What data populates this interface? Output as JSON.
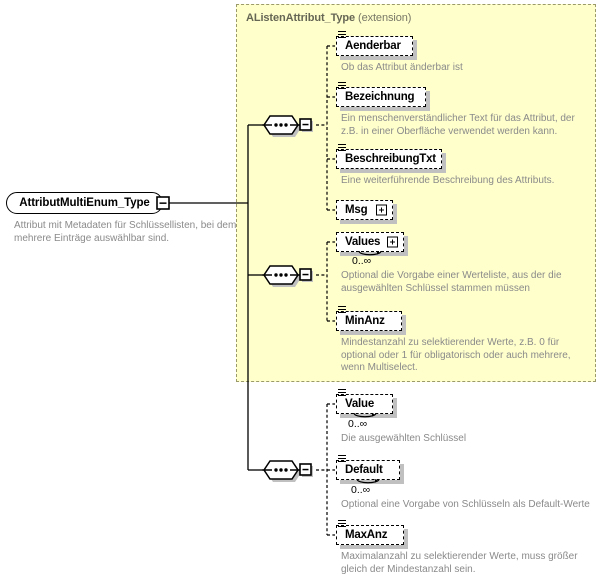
{
  "diagram": {
    "kind": "xml-schema-element-diagram",
    "colors": {
      "group_fill": "#ffffcc",
      "group_border": "#9a9a6a",
      "description_text": "#8a8a8a",
      "group_title_text": "#666655",
      "node_border": "#000000",
      "shadow": "#c0c0c0",
      "background": "#ffffff"
    }
  },
  "root": {
    "name": "AttributMultiEnum_Type",
    "description": "Attribut mit Metadaten für Schlüssellisten, bei dem mehrere Einträge auswählbar sind.",
    "toggle": "minus"
  },
  "extension_group": {
    "title": "AListenAttribut_Type",
    "qualifier": "(extension)"
  },
  "compositors": [
    {
      "id": "seq-1",
      "type": "sequence",
      "toggle": "minus"
    },
    {
      "id": "seq-2",
      "type": "sequence",
      "toggle": "minus"
    },
    {
      "id": "seq-3",
      "type": "sequence",
      "toggle": "minus"
    }
  ],
  "elements": [
    {
      "id": "aenderbar",
      "name": "Aenderbar",
      "glyph": "attribute-lines-icon",
      "expandable": false,
      "repeating": false,
      "cardinality": "",
      "description": "Ob das Attribut änderbar ist",
      "in_group": true
    },
    {
      "id": "bezeichnung",
      "name": "Bezeichnung",
      "glyph": "attribute-lines-icon",
      "expandable": false,
      "repeating": false,
      "cardinality": "",
      "description": "Ein menschenverständlicher Text für das Attribut, der z.B. in einer Oberfläche verwendet werden kann.",
      "in_group": true
    },
    {
      "id": "beschreibungtxt",
      "name": "BeschreibungTxt",
      "glyph": "attribute-lines-icon",
      "expandable": false,
      "repeating": false,
      "cardinality": "",
      "description": "Eine weiterführende Beschreibung des Attributs.",
      "in_group": true
    },
    {
      "id": "msg",
      "name": "Msg",
      "glyph": "none",
      "expandable": true,
      "repeating": false,
      "cardinality": "",
      "description": "",
      "in_group": true
    },
    {
      "id": "values",
      "name": "Values",
      "glyph": "none",
      "expandable": true,
      "repeating": true,
      "cardinality": "0..∞",
      "description": "Optional die Vorgabe einer Werteliste, aus der die ausgewählten Schlüssel stammen müssen",
      "in_group": true
    },
    {
      "id": "minanz",
      "name": "MinAnz",
      "glyph": "attribute-lines-icon",
      "expandable": false,
      "repeating": false,
      "cardinality": "",
      "description": "Mindestanzahl zu selektierender Werte, z.B. 0 für optional oder 1 für obligatorisch oder auch mehrere, wenn Multiselect.",
      "in_group": true
    },
    {
      "id": "value",
      "name": "Value",
      "glyph": "attribute-lines-icon",
      "expandable": false,
      "repeating": true,
      "cardinality": "0..∞",
      "description": "Die ausgewählten Schlüssel",
      "in_group": false
    },
    {
      "id": "default",
      "name": "Default",
      "glyph": "attribute-lines-icon",
      "expandable": false,
      "repeating": true,
      "cardinality": "0..∞",
      "description": "Optional eine Vorgabe von Schlüsseln als Default-Werte",
      "in_group": false
    },
    {
      "id": "maxanz",
      "name": "MaxAnz",
      "glyph": "attribute-lines-icon",
      "expandable": false,
      "repeating": false,
      "cardinality": "",
      "description": "Maximalanzahl zu selektierender Werte, muss größer gleich der Mindestanzahl sein.",
      "in_group": false
    }
  ]
}
